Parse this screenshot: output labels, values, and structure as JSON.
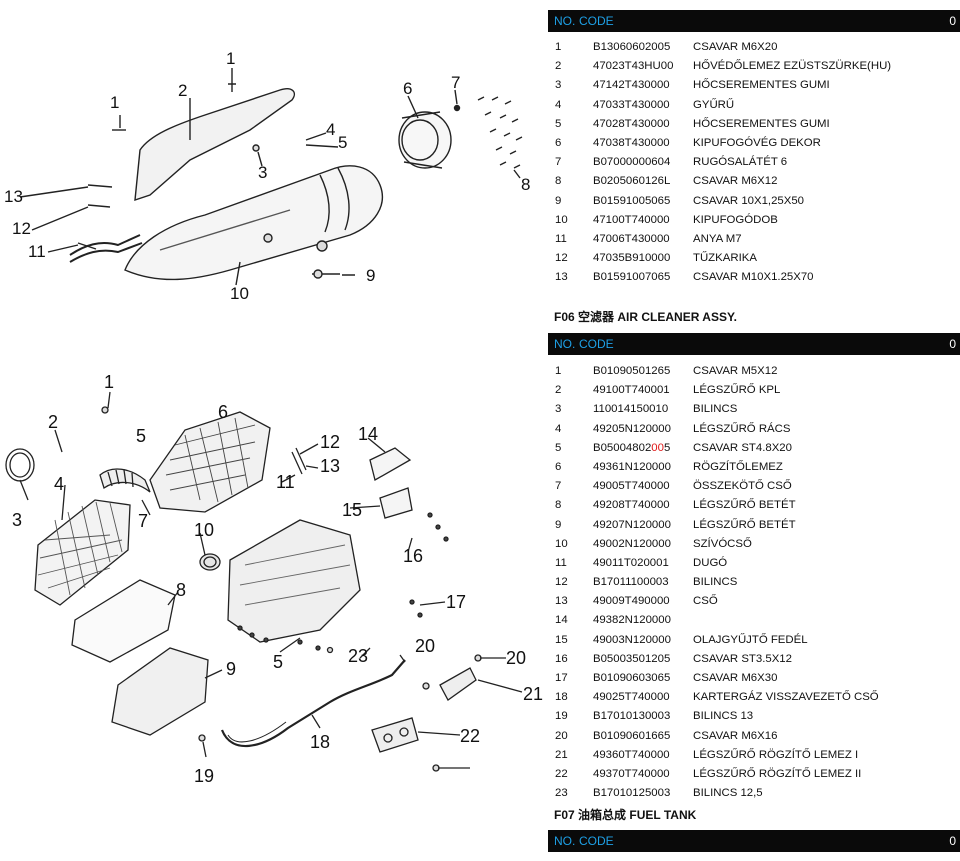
{
  "header": {
    "no": "NO.",
    "code": "CODE",
    "qty": "0"
  },
  "exhaust": {
    "rows": [
      {
        "no": "1",
        "code": "B13060602005",
        "desc": "CSAVAR M6X20"
      },
      {
        "no": "2",
        "code": "47023T43HU00",
        "desc": "HŐVÉDŐLEMEZ EZÜSTSZÜRKE(HU)"
      },
      {
        "no": "3",
        "code": "47142T430000",
        "desc": "HŐCSEREMENTES GUMI"
      },
      {
        "no": "4",
        "code": "47033T430000",
        "desc": "GYŰRŰ"
      },
      {
        "no": "5",
        "code": "47028T430000",
        "desc": "HŐCSEREMENTES GUMI"
      },
      {
        "no": "6",
        "code": "47038T430000",
        "desc": "KIPUFOGÓVÉG DEKOR"
      },
      {
        "no": "7",
        "code": "B07000000604",
        "desc": "RUGÓSALÁTÉT 6"
      },
      {
        "no": "8",
        "code": "B0205060126L",
        "desc": "CSAVAR M6X12"
      },
      {
        "no": "9",
        "code": "B01591005065",
        "desc": "CSAVAR 10X1,25X50"
      },
      {
        "no": "10",
        "code": "47100T740000",
        "desc": "KIPUFOGÓDOB"
      },
      {
        "no": "11",
        "code": "47006T430000",
        "desc": "ANYA M7"
      },
      {
        "no": "12",
        "code": "47035B910000",
        "desc": "TŰZKARIKA"
      },
      {
        "no": "13",
        "code": "B01591007065",
        "desc": "CSAVAR M10X1.25X70"
      }
    ]
  },
  "air_cleaner": {
    "title_code": "F06",
    "title_cn": "空滤器",
    "title_en": "AIR CLEANER ASSY.",
    "row5_code_a": "B05004802",
    "row5_code_b": "00",
    "row5_code_c": "5",
    "rows": [
      {
        "no": "1",
        "code": "B01090501265",
        "desc": "CSAVAR M5X12"
      },
      {
        "no": "2",
        "code": "49100T740001",
        "desc": "LÉGSZŰRŐ KPL"
      },
      {
        "no": "3",
        "code": "110014150010",
        "desc": "BILINCS"
      },
      {
        "no": "4",
        "code": "49205N120000",
        "desc": "LÉGSZŰRŐ RÁCS"
      },
      {
        "no": "5",
        "code": "",
        "desc": "CSAVAR ST4.8X20"
      },
      {
        "no": "6",
        "code": "49361N120000",
        "desc": "RÖGZÍTŐLEMEZ"
      },
      {
        "no": "7",
        "code": "49005T740000",
        "desc": "ÖSSZEKÖTŐ CSŐ"
      },
      {
        "no": "8",
        "code": "49208T740000",
        "desc": "LÉGSZŰRŐ BETÉT"
      },
      {
        "no": "9",
        "code": "49207N120000",
        "desc": "LÉGSZŰRŐ BETÉT"
      },
      {
        "no": "10",
        "code": "49002N120000",
        "desc": "SZÍVÓCSŐ"
      },
      {
        "no": "11",
        "code": "49011T020001",
        "desc": "DUGÓ"
      },
      {
        "no": "12",
        "code": "B17011100003",
        "desc": "BILINCS"
      },
      {
        "no": "13",
        "code": "49009T490000",
        "desc": "CSŐ"
      },
      {
        "no": "14",
        "code": "49382N120000",
        "desc": ""
      },
      {
        "no": "15",
        "code": "49003N120000",
        "desc": "OLAJGYŰJTŐ FEDÉL"
      },
      {
        "no": "16",
        "code": "B05003501205",
        "desc": "CSAVAR ST3.5X12"
      },
      {
        "no": "17",
        "code": "B01090603065",
        "desc": "CSAVAR M6X30"
      },
      {
        "no": "18",
        "code": "49025T740000",
        "desc": "KARTERGÁZ VISSZAVEZETŐ CSŐ"
      },
      {
        "no": "19",
        "code": "B17010130003",
        "desc": "BILINCS 13"
      },
      {
        "no": "20",
        "code": "B01090601665",
        "desc": "CSAVAR M6X16"
      },
      {
        "no": "21",
        "code": "49360T740000",
        "desc": "LÉGSZŰRŐ RÖGZÍTŐ LEMEZ I"
      },
      {
        "no": "22",
        "code": "49370T740000",
        "desc": "LÉGSZŰRŐ RÖGZÍTŐ LEMEZ II"
      },
      {
        "no": "23",
        "code": "B17010125003",
        "desc": "BILINCS 12,5"
      }
    ]
  },
  "fuel_tank": {
    "title_code": "F07",
    "title_cn": "油箱总成",
    "title_en": "FUEL TANK"
  },
  "diagram1": {
    "callouts": [
      "1",
      "2",
      "1",
      "3",
      "4",
      "5",
      "6",
      "7",
      "8",
      "9",
      "10",
      "11",
      "12",
      "13"
    ]
  },
  "diagram2": {
    "callouts": [
      "1",
      "2",
      "3",
      "4",
      "5",
      "6",
      "7",
      "8",
      "9",
      "10",
      "11",
      "12",
      "13",
      "14",
      "15",
      "16",
      "17",
      "18",
      "19",
      "20",
      "20",
      "21",
      "22",
      "23",
      "5"
    ]
  },
  "colors": {
    "header_bg": "#0a0a0a",
    "header_accent": "#1ea0e6",
    "highlight": "#e01818"
  }
}
